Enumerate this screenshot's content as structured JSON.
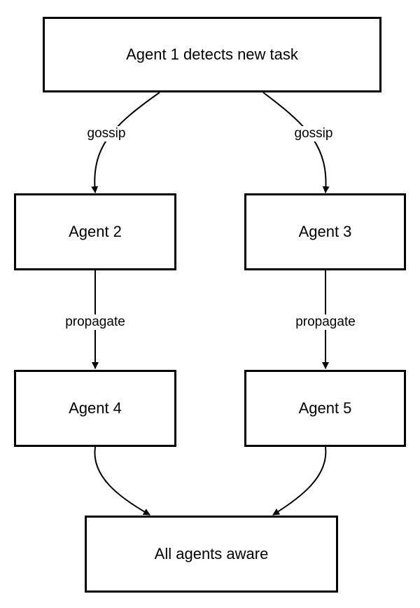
{
  "nodes": {
    "agent1": "Agent 1 detects new task",
    "agent2": "Agent 2",
    "agent3": "Agent 3",
    "agent4": "Agent 4",
    "agent5": "Agent 5",
    "all": "All agents aware"
  },
  "edges": {
    "a1_a2": "gossip",
    "a1_a3": "gossip",
    "a2_a4": "propagate",
    "a3_a5": "propagate"
  }
}
